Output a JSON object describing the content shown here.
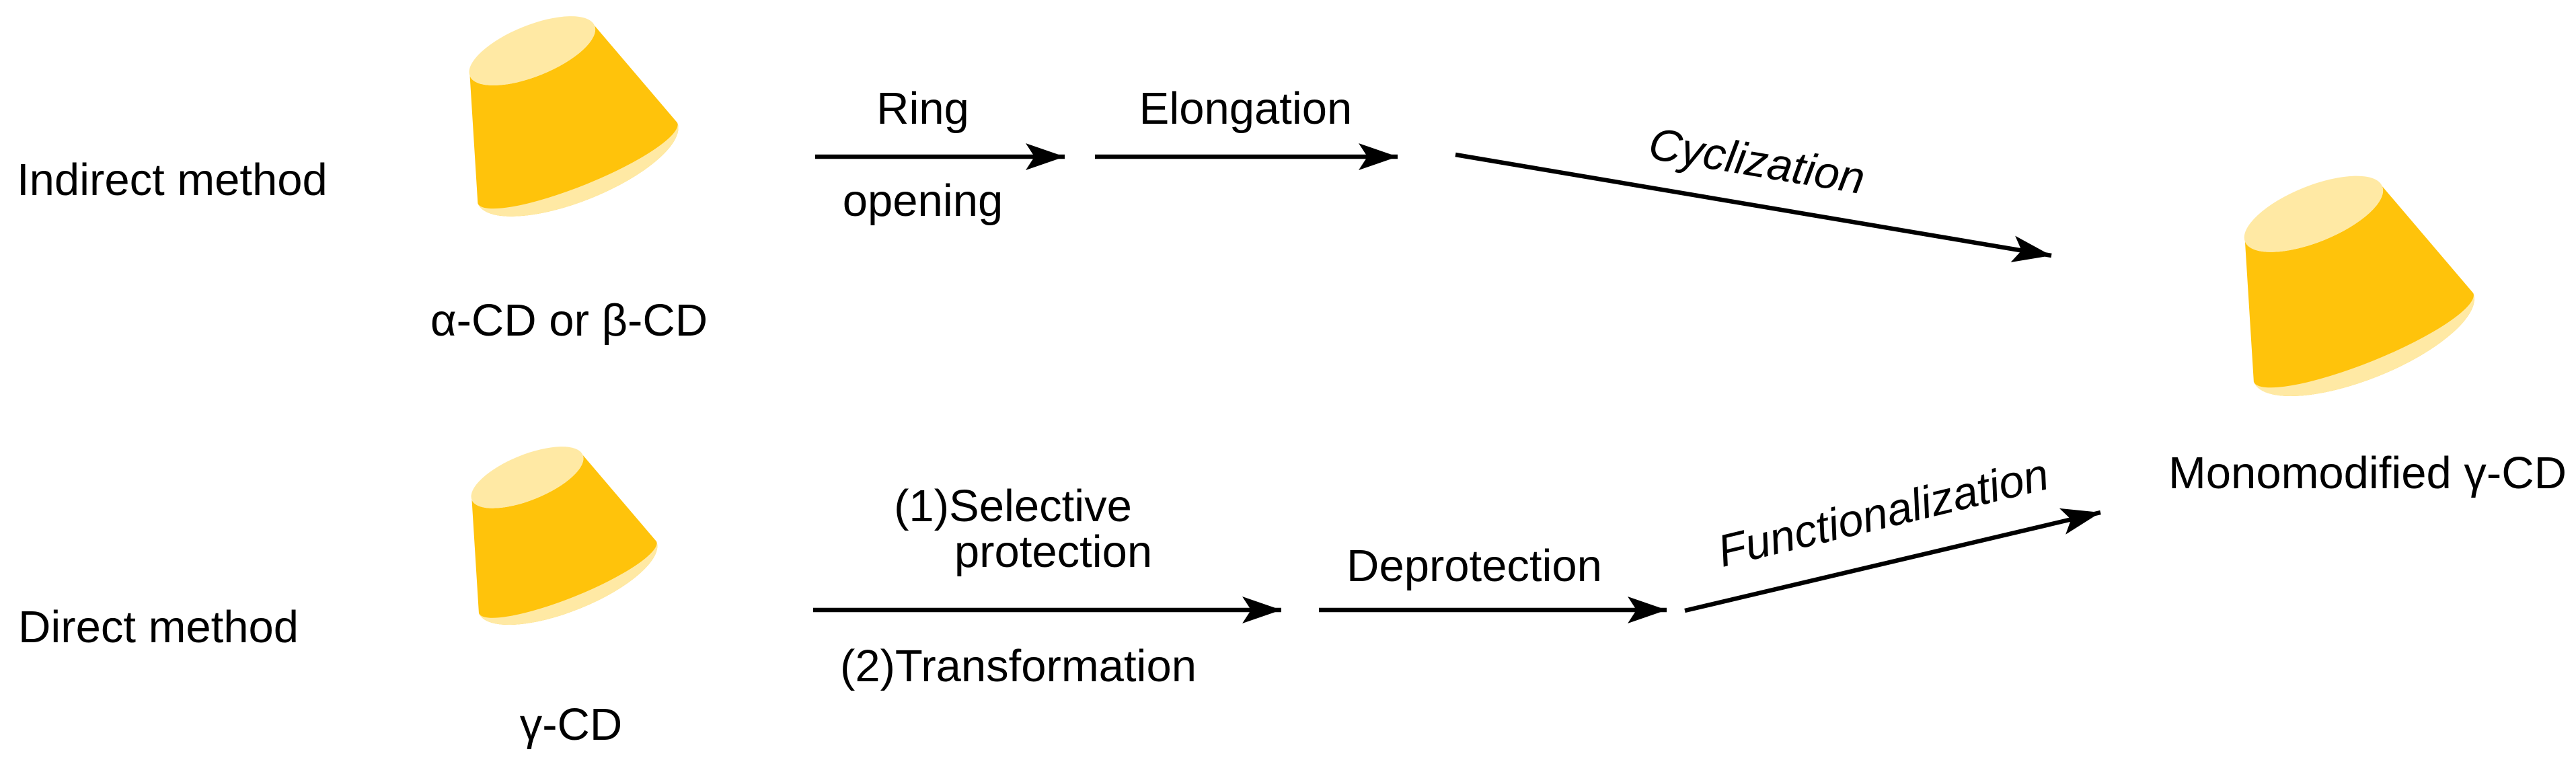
{
  "colors": {
    "cone_body": "#FFC30B",
    "cone_light": "#FFE9A4",
    "arrow": "#000000",
    "text": "#000000",
    "background": "#FFFFFF"
  },
  "indirect": {
    "method_label": "Indirect method",
    "substrate_label": "α-CD or β-CD",
    "substrate_icon": "cyclodextrin-cone",
    "steps": {
      "ring_opening": {
        "line1": "Ring",
        "line2": "opening"
      },
      "elongation": {
        "label": "Elongation"
      },
      "cyclization": {
        "label": "Cyclization"
      }
    }
  },
  "direct": {
    "method_label": "Direct method",
    "substrate_label": "γ-CD",
    "substrate_icon": "cyclodextrin-cone",
    "steps": {
      "protection": {
        "line1": "(1)Selective",
        "line2": "protection",
        "line3": "(2)Transformation"
      },
      "deprotection": {
        "label": "Deprotection"
      },
      "functionalization": {
        "label": "Functionalization"
      }
    }
  },
  "product": {
    "label": "Monomodified γ-CD",
    "icon": "cyclodextrin-cone"
  }
}
